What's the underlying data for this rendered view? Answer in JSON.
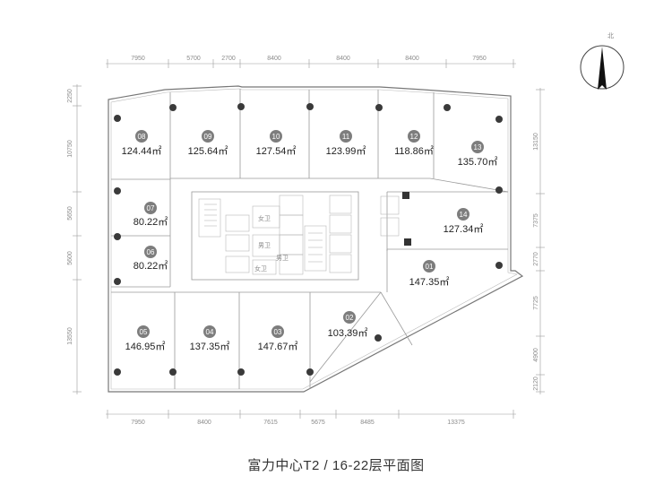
{
  "title": "富力中心T2 / 16-22层平面图",
  "north_label": "北",
  "top_dims": [
    "7950",
    "5700",
    "2700",
    "8400",
    "8400",
    "8400",
    "7950"
  ],
  "bottom_dims": [
    "7950",
    "8400",
    "7615",
    "5675",
    "8485",
    "13375"
  ],
  "left_dims": [
    "2250",
    "10750",
    "5650",
    "5600",
    "13550"
  ],
  "right_dims": [
    "13150",
    "7375",
    "2770",
    "7725",
    "4900",
    "2120"
  ],
  "units": [
    {
      "no": "08",
      "area": "124.44㎡"
    },
    {
      "no": "09",
      "area": "125.64㎡"
    },
    {
      "no": "10",
      "area": "127.54㎡"
    },
    {
      "no": "11",
      "area": "123.99㎡"
    },
    {
      "no": "12",
      "area": "118.86㎡"
    },
    {
      "no": "13",
      "area": "135.70㎡"
    },
    {
      "no": "07",
      "area": "80.22㎡"
    },
    {
      "no": "06",
      "area": "80.22㎡"
    },
    {
      "no": "14",
      "area": "127.34㎡"
    },
    {
      "no": "01",
      "area": "147.35㎡"
    },
    {
      "no": "05",
      "area": "146.95㎡"
    },
    {
      "no": "04",
      "area": "137.35㎡"
    },
    {
      "no": "03",
      "area": "147.67㎡"
    },
    {
      "no": "02",
      "area": "103.39㎡"
    }
  ],
  "core_labels": [
    "女卫",
    "男卫",
    "女卫",
    "男卫"
  ]
}
